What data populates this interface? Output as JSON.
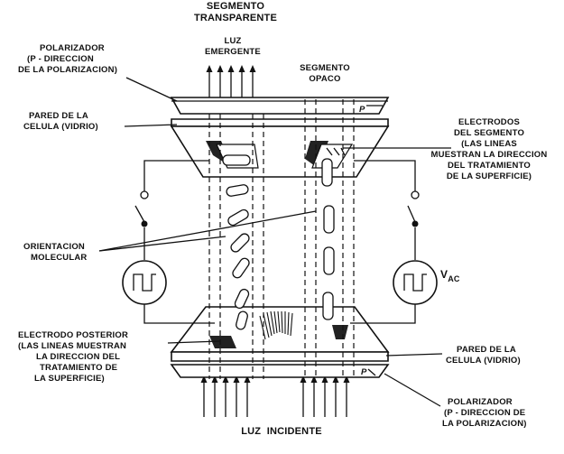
{
  "labels": {
    "segmento_transparente": [
      "SEGMENTO",
      "TRANSPARENTE"
    ],
    "luz_emergente": [
      "LUZ",
      "EMERGENTE"
    ],
    "segmento_opaco": [
      "SEGMENTO",
      "OPACO"
    ],
    "polarizador_top": [
      "POLARIZADOR",
      "(P - DIRECCION",
      "DE LA POLARIZACION)"
    ],
    "pared_celula_left": [
      "PARED DE LA",
      "CELULA (VIDRIO)"
    ],
    "electrodos_segmento": [
      "ELECTRODOS",
      "DEL SEGMENTO",
      "(LAS LINEAS",
      "MUESTRAN LA DIRECCION",
      "DEL TRATAMIENTO",
      "DE LA SUPERFICIE)"
    ],
    "orientacion_molecular": [
      "ORIENTACION",
      "MOLECULAR"
    ],
    "vac_main": "V",
    "vac_sub": "AC",
    "electrodo_posterior": [
      "ELECTRODO POSTERIOR",
      "(LAS LINEAS MUESTRAN",
      "LA DIRECCION DEL",
      "TRATAMIENTO DE",
      "LA SUPERFICIE)"
    ],
    "pared_celula_right": [
      "PARED DE LA",
      "CELULA (VIDRIO)"
    ],
    "polarizador_bottom": [
      "POLARIZADOR",
      "(P - DIRECCION DE",
      "LA POLARIZACION)"
    ],
    "luz_incidente": "LUZ  INCIDENTE",
    "p_top": "P",
    "p_bottom": "P"
  }
}
